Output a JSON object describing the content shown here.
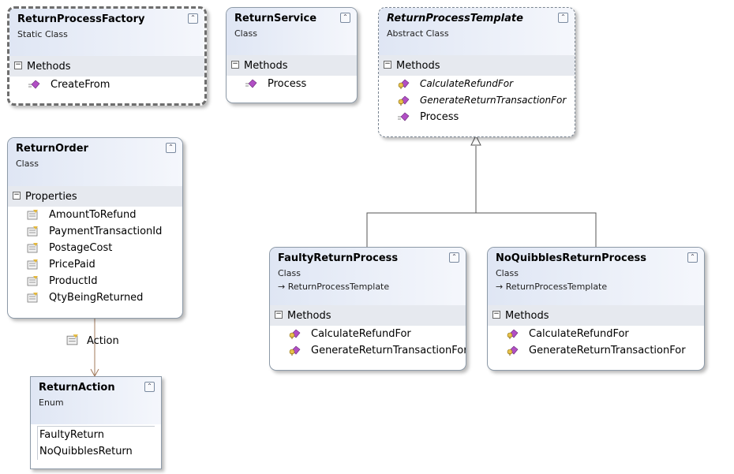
{
  "classes": {
    "factory": {
      "name": "ReturnProcessFactory",
      "stereotype": "Static Class",
      "section": "Methods",
      "members": [
        "CreateFrom"
      ]
    },
    "service": {
      "name": "ReturnService",
      "stereotype": "Class",
      "section": "Methods",
      "members": [
        "Process"
      ]
    },
    "template": {
      "name": "ReturnProcessTemplate",
      "stereotype": "Abstract Class",
      "section": "Methods",
      "members": [
        "CalculateRefundFor",
        "GenerateReturnTransactionFor",
        "Process"
      ]
    },
    "order": {
      "name": "ReturnOrder",
      "stereotype": "Class",
      "section": "Properties",
      "members": [
        "AmountToRefund",
        "PaymentTransactionId",
        "PostageCost",
        "PricePaid",
        "ProductId",
        "QtyBeingReturned"
      ]
    },
    "faulty": {
      "name": "FaultyReturnProcess",
      "stereotype": "Class",
      "inherits": "ReturnProcessTemplate",
      "section": "Methods",
      "members": [
        "CalculateRefundFor",
        "GenerateReturnTransactionFor"
      ]
    },
    "noquibbles": {
      "name": "NoQuibblesReturnProcess",
      "stereotype": "Class",
      "inherits": "ReturnProcessTemplate",
      "section": "Methods",
      "members": [
        "CalculateRefundFor",
        "GenerateReturnTransactionFor"
      ]
    },
    "action": {
      "name": "ReturnAction",
      "stereotype": "Enum",
      "members": [
        "FaultyReturn",
        "NoQuibblesReturn"
      ]
    }
  },
  "association": {
    "label": "Action"
  },
  "colors": {
    "border": "#8d9aa8",
    "header_start": "#dfe6f4",
    "section_bg": "#e6e9ef",
    "line": "#555555",
    "assoc_line": "#a0785a"
  }
}
